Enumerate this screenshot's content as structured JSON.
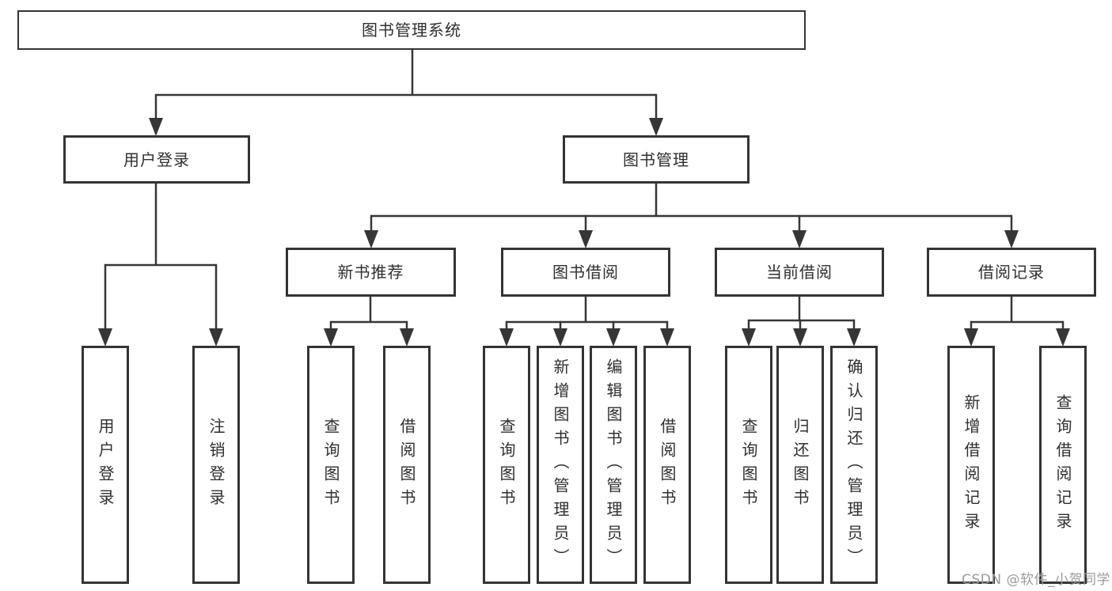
{
  "nodes": {
    "root": "图书管理系统",
    "userLogin": "用户登录",
    "bookMgmt": "图书管理",
    "newBookRec": "新书推荐",
    "bookBorrow": "图书借阅",
    "currentBorrow": "当前借阅",
    "borrowRecords": "借阅记录",
    "leafUserLogin": "用户登录",
    "leafLogout": "注销登录",
    "nbQuery": "查询图书",
    "nbBorrow": "借阅图书",
    "bbQuery": "查询图书",
    "bbAdd": "新增图书（管理员）",
    "bbEdit": "编辑图书（管理员）",
    "bbBorrow": "借阅图书",
    "cbQuery": "查询图书",
    "cbReturn": "归还图书",
    "cbConfirm": "确认归还（管理员）",
    "brAdd": "新增借阅记录",
    "brQuery": "查询借阅记录"
  },
  "watermark": {
    "text": "CSDN @软件_小贺同学"
  },
  "colors": {
    "line": "#363636",
    "border": "#343434",
    "text": "#2f2f2f",
    "watermark": "#9b9b9b",
    "background": "#ffffff"
  }
}
